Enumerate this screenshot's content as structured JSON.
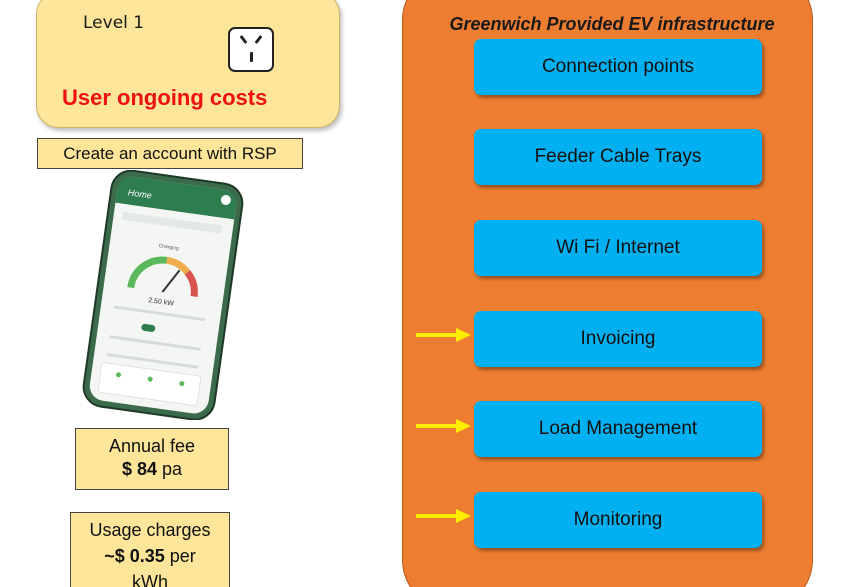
{
  "level": {
    "label": "Level 1",
    "costs_title": "User ongoing costs"
  },
  "account": {
    "label": "Create an account with RSP"
  },
  "phone": {
    "screen_title": "Home",
    "status_text": "Charging",
    "power_reading": "2.50 kW"
  },
  "annual_fee": {
    "label": "Annual fee",
    "amount": "$ 84",
    "unit": " pa"
  },
  "usage": {
    "label": "Usage charges",
    "amount": "~$ 0.35",
    "unit": " per",
    "unit2": "kWh"
  },
  "infrastructure": {
    "title": "Greenwich Provided EV infrastructure",
    "items": [
      {
        "label": "Connection points",
        "arrow": false
      },
      {
        "label": "Feeder Cable Trays",
        "arrow": false
      },
      {
        "label": "Wi Fi / Internet",
        "arrow": false
      },
      {
        "label": "Invoicing",
        "arrow": true
      },
      {
        "label": "Load Management",
        "arrow": true
      },
      {
        "label": "Monitoring",
        "arrow": true
      }
    ]
  },
  "colors": {
    "card_fill": "#fde59a",
    "costs_red": "#ee1111",
    "panel_orange": "#ec7d31",
    "button_blue": "#00b0f0",
    "arrow_yellow": "#ffee00",
    "phone_green": "#3b6b4a"
  }
}
